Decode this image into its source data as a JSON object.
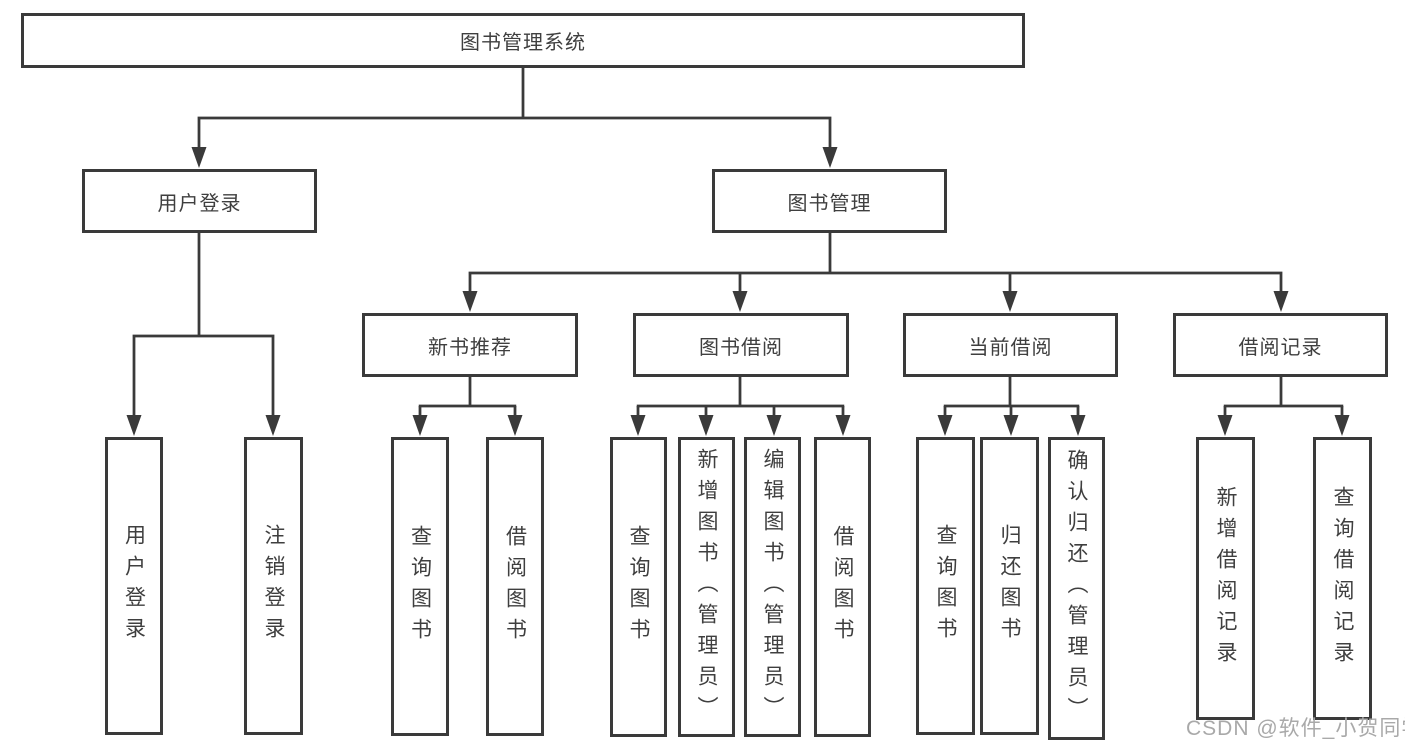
{
  "tree": {
    "root": {
      "label": "图书管理系统",
      "children": [
        {
          "label": "用户登录",
          "children": [
            {
              "label": "用户登录"
            },
            {
              "label": "注销登录"
            }
          ]
        },
        {
          "label": "图书管理",
          "children": [
            {
              "label": "新书推荐",
              "children": [
                {
                  "label": "查询图书"
                },
                {
                  "label": "借阅图书"
                }
              ]
            },
            {
              "label": "图书借阅",
              "children": [
                {
                  "label": "查询图书"
                },
                {
                  "label": "新增图书（管理员）"
                },
                {
                  "label": "编辑图书（管理员）"
                },
                {
                  "label": "借阅图书"
                }
              ]
            },
            {
              "label": "当前借阅",
              "children": [
                {
                  "label": "查询图书"
                },
                {
                  "label": "归还图书"
                },
                {
                  "label": "确认归还（管理员）"
                }
              ]
            },
            {
              "label": "借阅记录",
              "children": [
                {
                  "label": "新增借阅记录"
                },
                {
                  "label": "查询借阅记录"
                }
              ]
            }
          ]
        }
      ]
    }
  },
  "watermark": "CSDN @软件_小贺同学",
  "colors": {
    "line": "#3a3a3a",
    "text": "#3f3f3f",
    "watermark": "#a9a9a9"
  }
}
